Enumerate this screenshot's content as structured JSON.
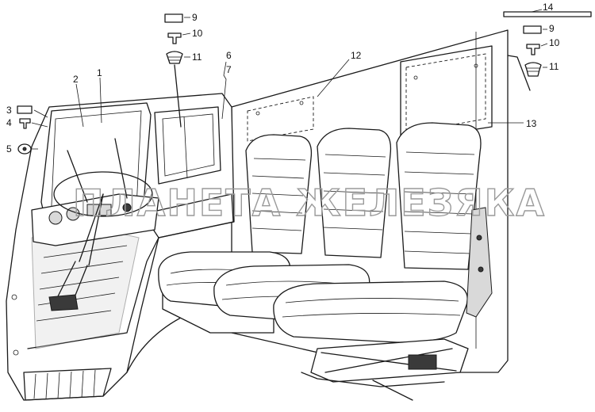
{
  "diagram": {
    "watermark": "ПЛАНЕТА ЖЕЛЕЗЯКА",
    "callouts": [
      "1",
      "2",
      "3",
      "4",
      "5",
      "6",
      "7",
      "9",
      "10",
      "11",
      "12",
      "13",
      "14",
      "9",
      "10",
      "11"
    ]
  }
}
